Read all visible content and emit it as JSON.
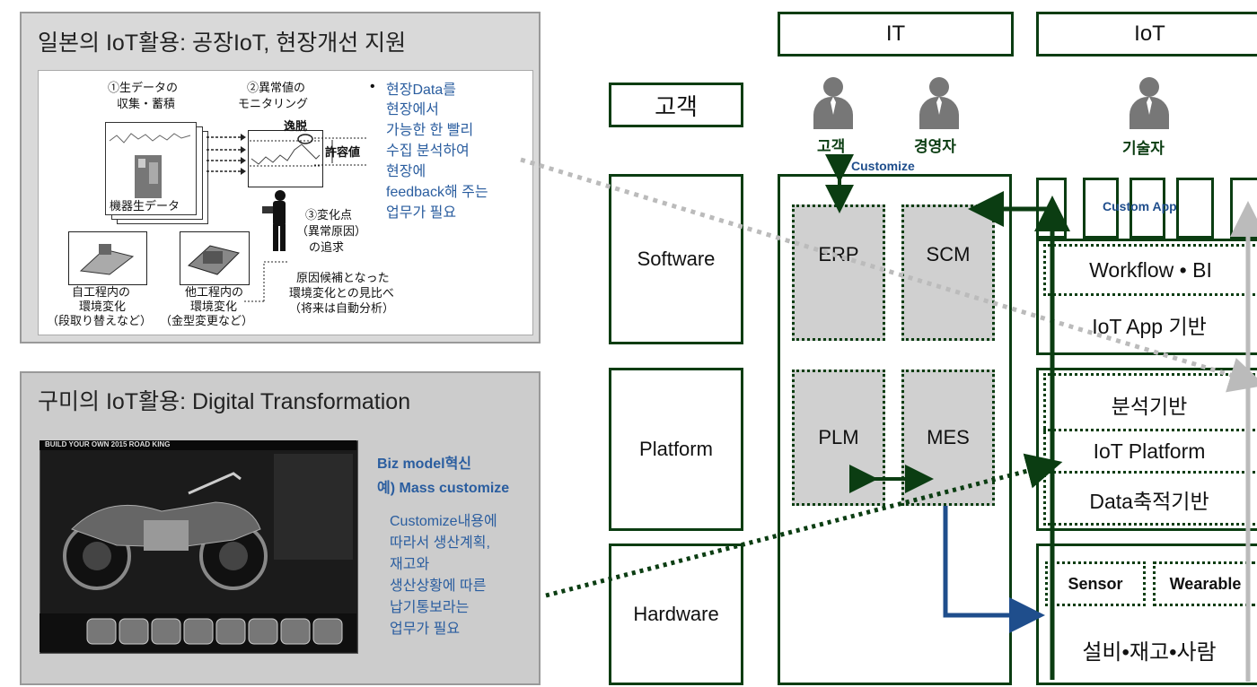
{
  "japan_panel": {
    "title": "일본의 IoT활용: 공장IoT, 현장개선 지원",
    "step1_line1": "①生データの",
    "step1_line2": "収集・蓄積",
    "step2_line1": "②異常値の",
    "step2_line2": "モニタリング",
    "deviation": "逸脱",
    "tolerance": "許容値",
    "machine_data": "機器生データ",
    "step3_line1": "③変化点",
    "step3_line2": "（異常原因）",
    "step3_line3": "の追求",
    "own_process_line1": "自工程内の",
    "own_process_line2": "環境変化",
    "own_process_line3": "（段取り替えなど）",
    "other_process_line1": "他工程内の",
    "other_process_line2": "環境変化",
    "other_process_line3": "（金型変更など）",
    "cause_line1": "原因候補となった",
    "cause_line2": "環境変化との見比べ",
    "cause_line3": "（将来は自動分析）",
    "bullet": "•",
    "note_lines": [
      "현장Data를",
      "현장에서",
      "가능한 한 빨리",
      "수집 분석하여",
      "현장에",
      "feedback해 주는",
      "업무가 필요"
    ]
  },
  "us_panel": {
    "title": "구미의 IoT활용: Digital Transformation",
    "screenshot_header": "BUILD YOUR OWN 2015 ROAD KING",
    "biz_line1": "Biz model혁신",
    "biz_line2": "예) Mass customize",
    "note_lines": [
      "Customize내용에",
      "따라서 생산계획,",
      "재고와",
      "생산상황에 따른",
      "납기통보라는",
      "업무가 필요"
    ]
  },
  "layers": {
    "customer": "고객",
    "software": "Software",
    "platform": "Platform",
    "hardware": "Hardware"
  },
  "it_column": {
    "header": "IT",
    "person1": "고객",
    "person2": "경영자",
    "customize_label": "Customize",
    "erp": "ERP",
    "scm": "SCM",
    "plm": "PLM",
    "mes": "MES"
  },
  "iot_column": {
    "header": "IoT",
    "person": "기술자",
    "custom_app": "Custom App",
    "workflow": "Workflow • BI",
    "iot_app": "IoT App 기반",
    "analysis": "분석기반",
    "iot_platform": "IoT Platform",
    "data_store": "Data축적기반",
    "sensor": "Sensor",
    "wearable": "Wearable",
    "bottom": "설비•재고•사람"
  },
  "colors": {
    "dark_green": "#0b3d12",
    "navy_arrow": "#1f4e8c",
    "panel_gray": "#d9d9d9",
    "panel_gray_dark": "#cccccc",
    "light_gray_box": "#d0d0d0",
    "blue_text": "#2a5d9f"
  }
}
